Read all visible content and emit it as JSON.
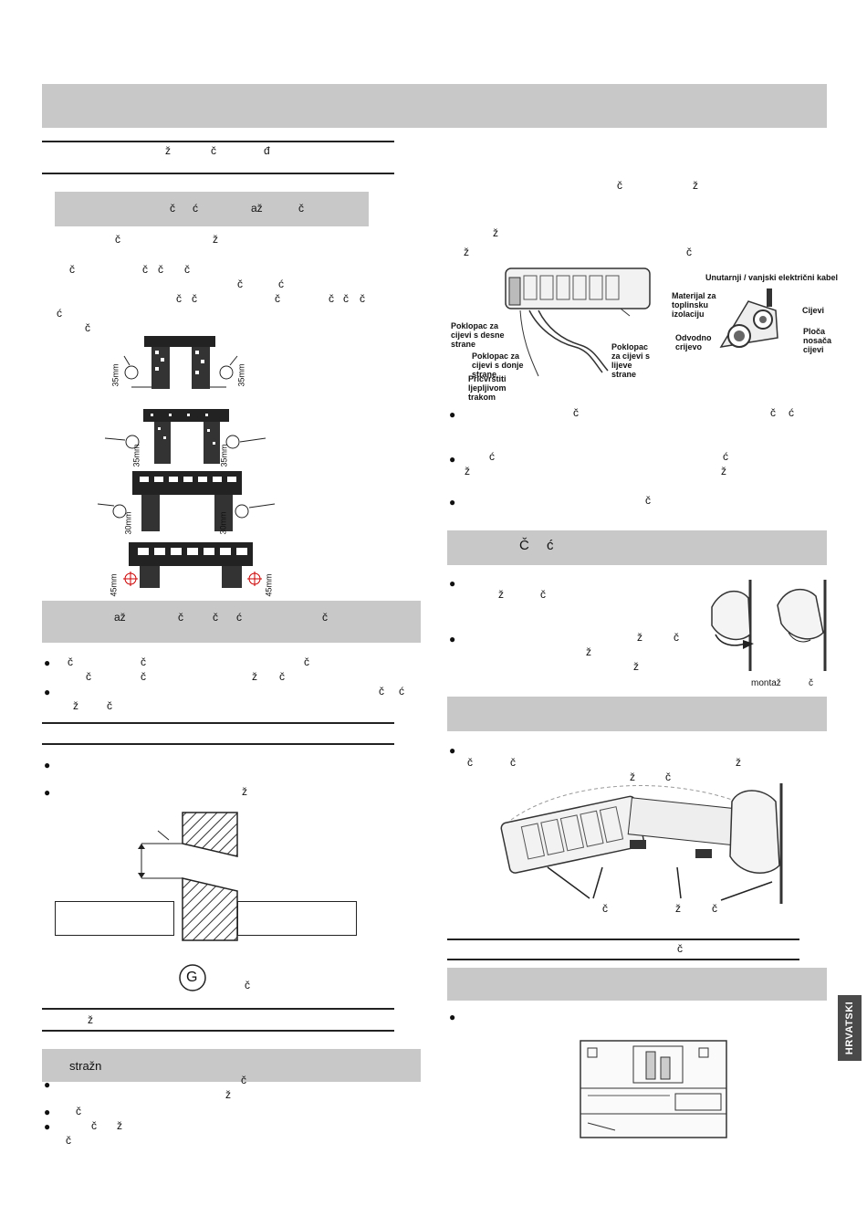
{
  "page": {
    "side_tab": "HRVATSKI"
  },
  "left": {
    "header_frags": [
      "ž",
      "č",
      "đ"
    ],
    "box1_frags": [
      "č",
      "ć",
      "až",
      "č"
    ],
    "box1_text_frags": [
      "č",
      "ž",
      "č",
      "č",
      "č",
      "č",
      "č",
      "ć",
      "č",
      "č",
      "č",
      "č",
      "č",
      "č",
      "ć"
    ],
    "dim_labels": [
      "35mm",
      "35mm",
      "35mm",
      "35mm",
      "30mm",
      "30mm",
      "45mm",
      "45mm"
    ],
    "box2_frags": [
      "až",
      "č",
      "č",
      "ć",
      "č"
    ],
    "box2_text_frags": [
      "č",
      "č",
      "č",
      "č",
      "č",
      "č",
      "ž",
      "č",
      "č",
      "ć",
      "ž",
      "č"
    ],
    "rule3_text_frags": [
      "ž"
    ],
    "circle_letter": "G",
    "circle_frag": "č",
    "section_z_frag": "ž",
    "bottom_text_frags": [
      "stražn",
      "č",
      "ž",
      "č",
      "č",
      "ž",
      "č"
    ]
  },
  "right": {
    "top_frags": [
      "č",
      "ž",
      "ž",
      "ž",
      "č"
    ],
    "diagram_labels": {
      "cable": "Unutarnji / vanjski električni kabel",
      "insulation": "Materijal za toplinsku izolaciju",
      "pipes": "Cijevi",
      "drain": "Odvodno crijevo",
      "plate": "Ploča nosača cijevi",
      "cover_right": "Poklopac za cijevi s desne strane",
      "cover_bottom": "Poklopac za cijevi s donje strane",
      "cover_left": "Poklopac za cijevi s lijeve strane",
      "tape": "Pričvrstiti ljepljivom trakom"
    },
    "bullets_frags": [
      "č",
      "č",
      "ć",
      "ć",
      "ć",
      "ž",
      "ž",
      "č"
    ],
    "box3_frags": [
      "Č",
      "ć"
    ],
    "box3_text_frags": [
      "ž",
      "č",
      "ž",
      "č",
      "ž",
      "ž"
    ],
    "box3_caption": [
      "montaž",
      "č"
    ],
    "box4_text_frags": [
      "č",
      "č",
      "ž",
      "ž",
      "č"
    ],
    "box4_labels": [
      "č",
      "ž",
      "č"
    ],
    "rule_frag": "č"
  }
}
